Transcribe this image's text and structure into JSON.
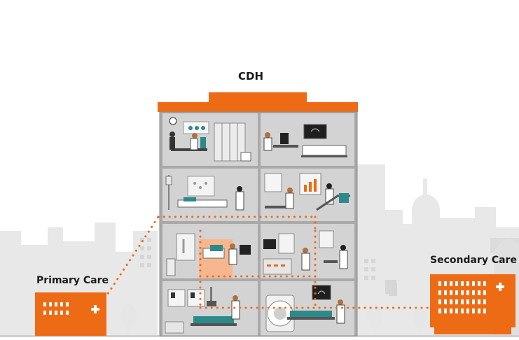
{
  "labels": {
    "cdh": "CDH",
    "primary": "Primary Care",
    "secondary": "Secondary Care"
  },
  "colors": {
    "accent": "#ee6b15",
    "building_grey": "#bdbdbd",
    "city_grey": "#e6e6e6",
    "room_grey": "#d4d4d4",
    "room_teal": "#2c8a8a",
    "outline": "#2a2a2a"
  },
  "icons": [
    "cross-icon",
    "tree-icon",
    "monitor-icon",
    "bed-icon",
    "mri-scanner-icon",
    "doctor-figure-icon",
    "patient-figure-icon"
  ]
}
